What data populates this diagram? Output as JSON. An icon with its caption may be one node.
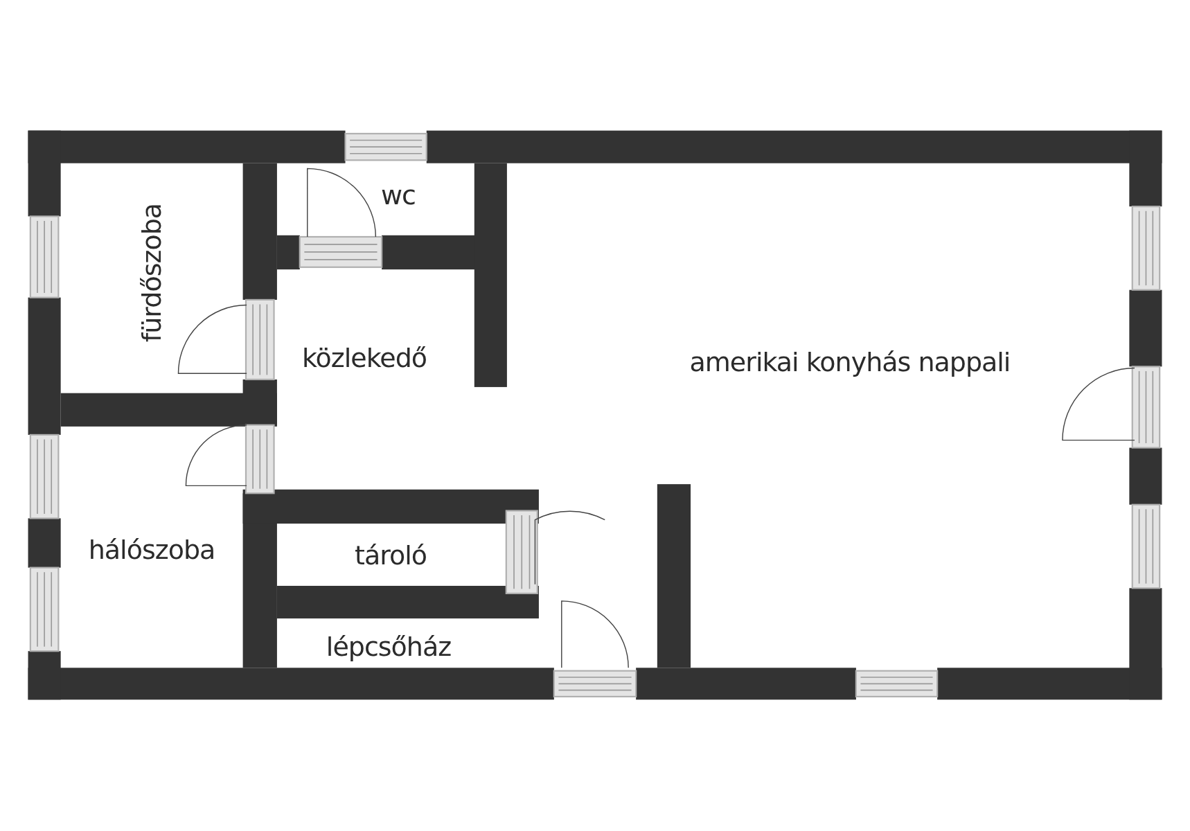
{
  "diagram": {
    "nodes": [
      {
        "text": [
          "fürdőszoba"
        ]
      },
      {
        "text": [
          "wc"
        ]
      },
      {
        "text": [
          "közlekedő"
        ]
      },
      {
        "text": [
          "amerikai konyhás nappali"
        ]
      },
      {
        "text": [
          "hálószoba"
        ]
      },
      {
        "text": [
          "tároló"
        ]
      },
      {
        "text": [
          "lépcsőház"
        ]
      }
    ]
  }
}
